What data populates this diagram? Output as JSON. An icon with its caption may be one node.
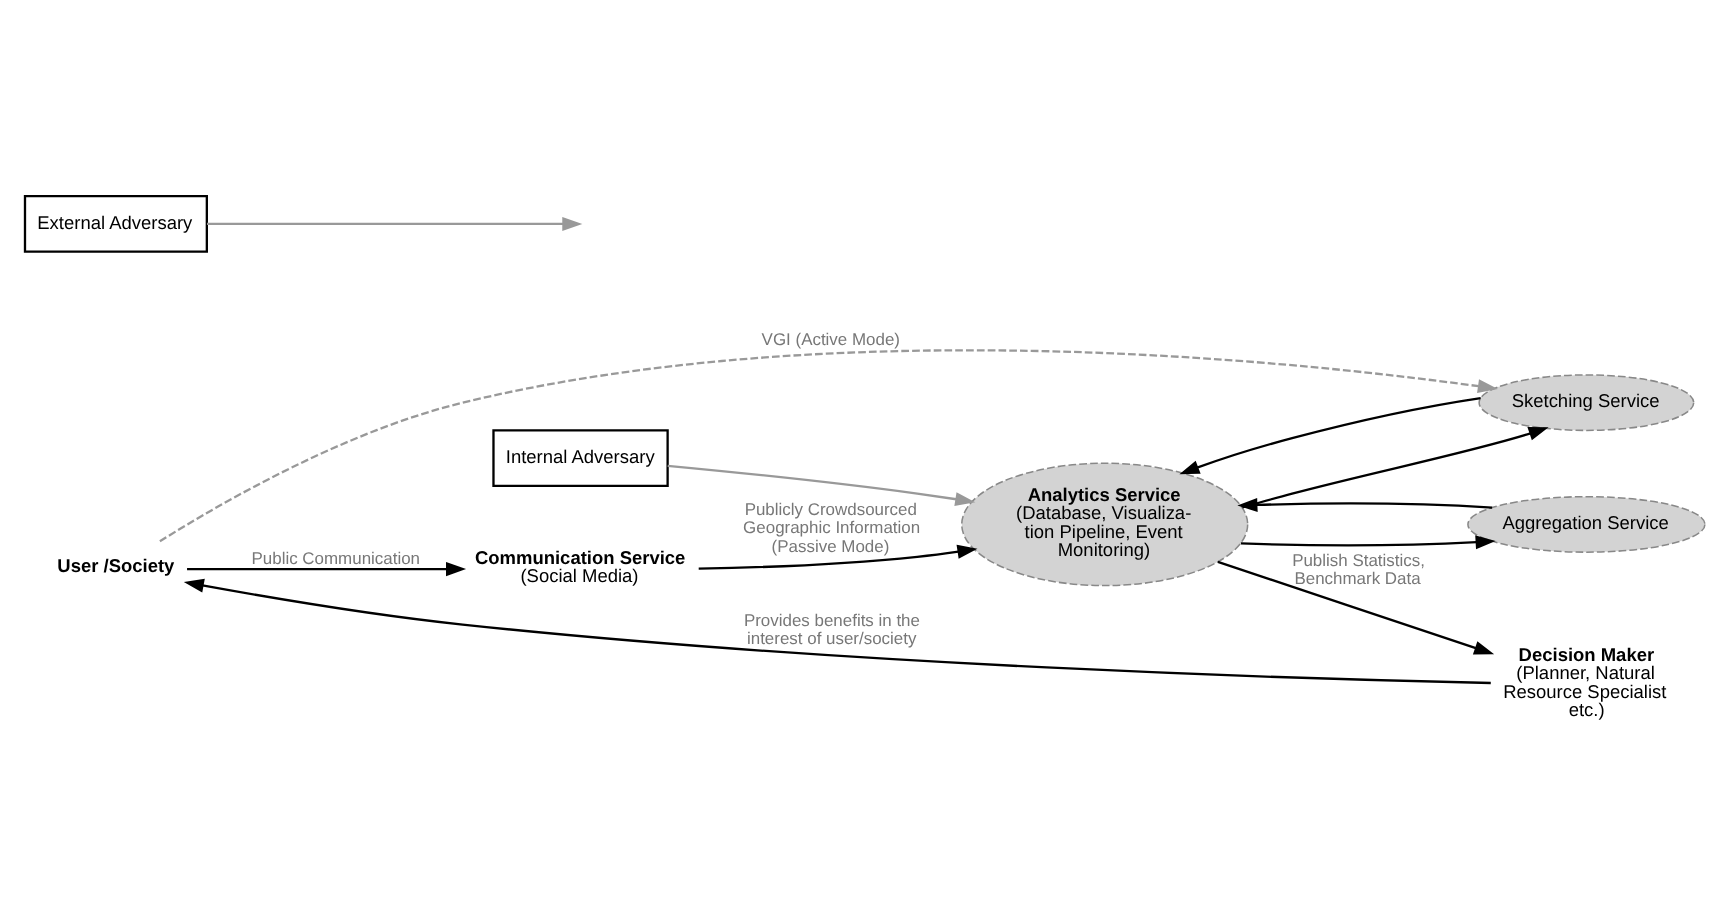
{
  "diagram": {
    "nodes": [
      {
        "text": [
          "User /Society"
        ]
      },
      {
        "text": [
          "Communication Service",
          "(Social Media)"
        ]
      },
      {
        "text": [
          "Decision Maker",
          "(Planner, Natural Resource Specialist etc.)"
        ]
      },
      {
        "text": [
          "Aggregation Service"
        ]
      },
      {
        "text": [
          "Sketching Service"
        ]
      },
      {
        "text": [
          "Analytics Service",
          "(Database, Visualiza- tion Pipeline, Event Monitoring)"
        ]
      },
      {
        "text": [
          "Internal Adversary"
        ]
      },
      {
        "text": [
          "External Adversary"
        ]
      }
    ],
    "edges": [
      {
        "from": 0,
        "to": 1,
        "arrow": "to",
        "label": "Public Communication"
      },
      {
        "from": 1,
        "to": 5,
        "arrow": "to",
        "label": "Publicly Crowdsourced Geographic Information (Passive Mode)"
      },
      {
        "from": 5,
        "to": 2,
        "arrow": "to",
        "label": "Publish Statistics, Benchmark Data"
      },
      {
        "from": 2,
        "to": 0,
        "arrow": "to",
        "label": "Provides benefits in the interest of user/society"
      },
      {
        "from": 0,
        "to": 4,
        "arrow": "to",
        "label": "VGI (Active Mode)",
        "style": "dashed",
        "color": "#999999"
      },
      {
        "from": 3,
        "to": 5,
        "arrow": "to"
      },
      {
        "from": 5,
        "to": 3,
        "arrow": "to"
      },
      {
        "from": 4,
        "to": 5,
        "arrow": "to"
      },
      {
        "from": 5,
        "to": 4,
        "arrow": "to"
      },
      {
        "from": 6,
        "to": 5,
        "arrow": "to",
        "color": "#999999"
      },
      {
        "from": 7,
        "to": null,
        "arrow": "to",
        "color": "#999999"
      }
    ]
  }
}
